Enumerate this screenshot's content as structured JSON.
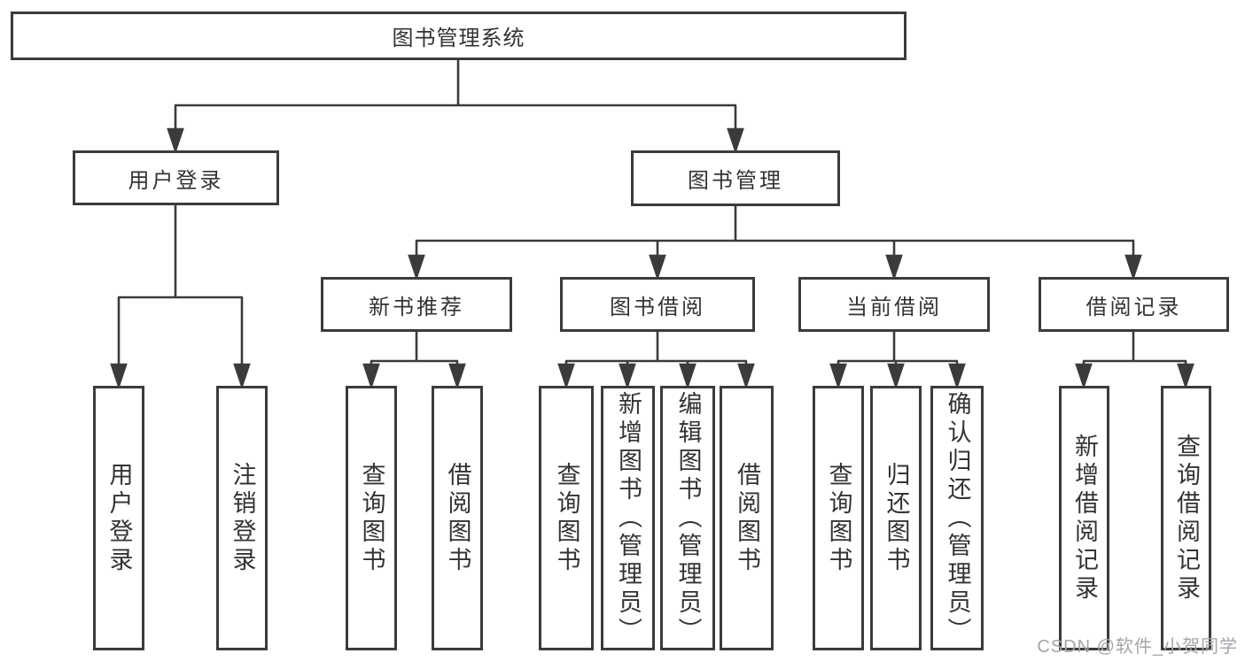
{
  "tree": {
    "root": {
      "label": "图书管理系统"
    },
    "branches": [
      {
        "label": "用户登录",
        "children": [
          {
            "label": "用户登录"
          },
          {
            "label": "注销登录"
          }
        ]
      },
      {
        "label": "图书管理",
        "children": [
          {
            "label": "新书推荐",
            "children": [
              {
                "label": "查询图书"
              },
              {
                "label": "借阅图书"
              }
            ]
          },
          {
            "label": "图书借阅",
            "children": [
              {
                "label": "查询图书"
              },
              {
                "label": "新增图书（管理员）"
              },
              {
                "label": "编辑图书（管理员）"
              },
              {
                "label": "借阅图书"
              }
            ]
          },
          {
            "label": "当前借阅",
            "children": [
              {
                "label": "查询图书"
              },
              {
                "label": "归还图书"
              },
              {
                "label": "确认归还（管理员）"
              }
            ]
          },
          {
            "label": "借阅记录",
            "children": [
              {
                "label": "新增借阅记录"
              },
              {
                "label": "查询借阅记录"
              }
            ]
          }
        ]
      }
    ]
  },
  "watermark": "CSDN @软件_小贺同学",
  "colors": {
    "line": "#3b3b3d",
    "text": "#333336",
    "watermark": "#a5a5aa",
    "background": "#ffffff"
  }
}
